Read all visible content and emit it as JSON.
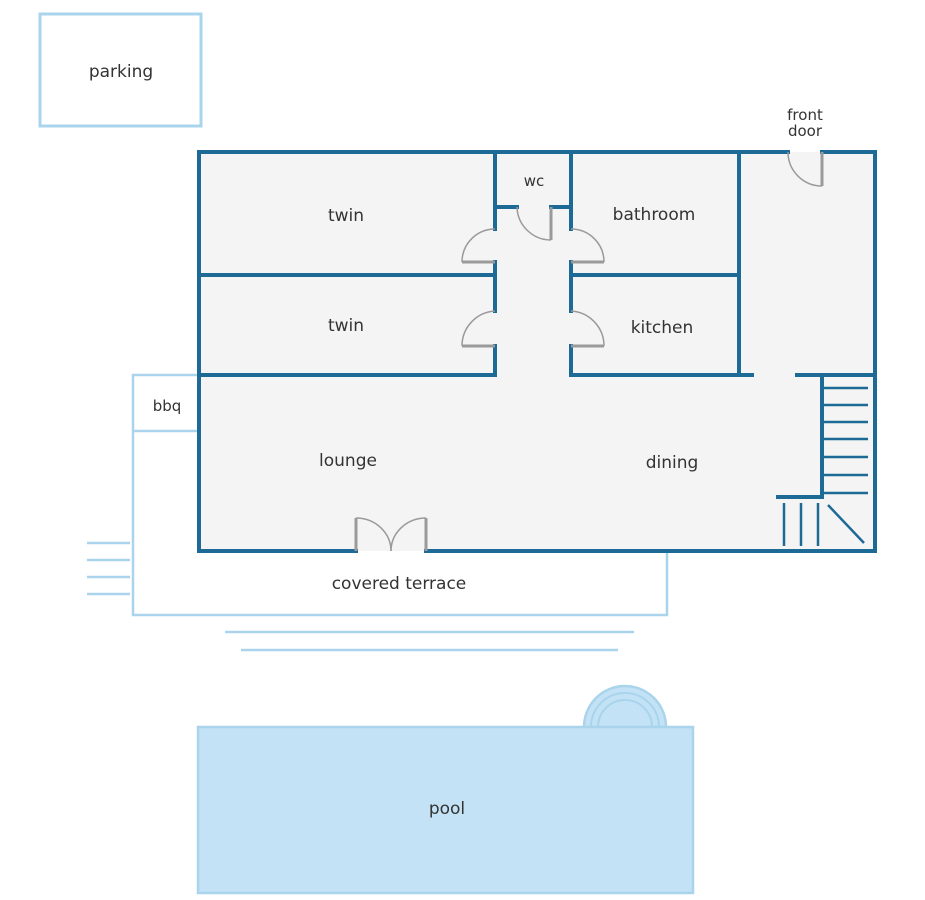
{
  "colors": {
    "wall": "#1e6a96",
    "floor": "#f4f4f4",
    "outline_light": "#a9d4ec",
    "pool_fill": "#c3e2f5",
    "door": "#9a9a9a",
    "text": "#333333"
  },
  "labels": {
    "parking": "parking",
    "twin_top": "twin",
    "twin_bottom": "twin",
    "wc": "wc",
    "bathroom": "bathroom",
    "kitchen": "kitchen",
    "front_door_line1": "front",
    "front_door_line2": "door",
    "bbq": "bbq",
    "lounge": "lounge",
    "dining": "dining",
    "covered_terrace": "covered terrace",
    "pool": "pool"
  }
}
